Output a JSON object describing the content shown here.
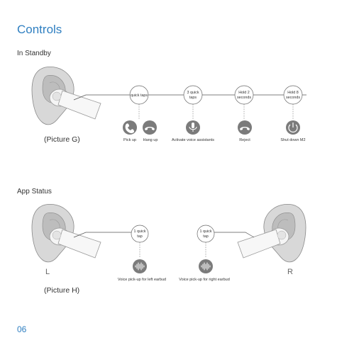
{
  "page": {
    "title": "Controls",
    "page_number": "06"
  },
  "standby": {
    "heading": "In Standby",
    "caption": "(Picture G)",
    "steps": [
      [
        "quick taps"
      ],
      [
        "3 quick",
        "taps"
      ],
      [
        "Hold 2",
        "seconds"
      ],
      [
        "Hold 8",
        "seconds"
      ]
    ],
    "actions": [
      {
        "label": "Pick up",
        "icon": "phone-pickup-icon"
      },
      {
        "label": "Hang up",
        "icon": "phone-hangup-icon"
      },
      {
        "label": "Activate voice assistants",
        "icon": "microphone-icon"
      },
      {
        "label": "Reject",
        "icon": "phone-hangup-icon"
      },
      {
        "label": "Shut down M2",
        "icon": "power-icon"
      }
    ]
  },
  "app_status": {
    "heading": "App Status",
    "caption": "(Picture H)",
    "left_label": "L",
    "right_label": "R",
    "steps": [
      [
        "1 quick",
        "tap"
      ],
      [
        "1 quick",
        "tap"
      ]
    ],
    "actions": [
      {
        "label": "Voice pick-up for left earbud",
        "icon": "voice-wave-icon"
      },
      {
        "label": "Voice pick-up for right earbud",
        "icon": "voice-wave-icon"
      }
    ]
  },
  "colors": {
    "accent": "#2f7fc1",
    "icon_fill": "#7b7b7b",
    "line": "#555555"
  }
}
